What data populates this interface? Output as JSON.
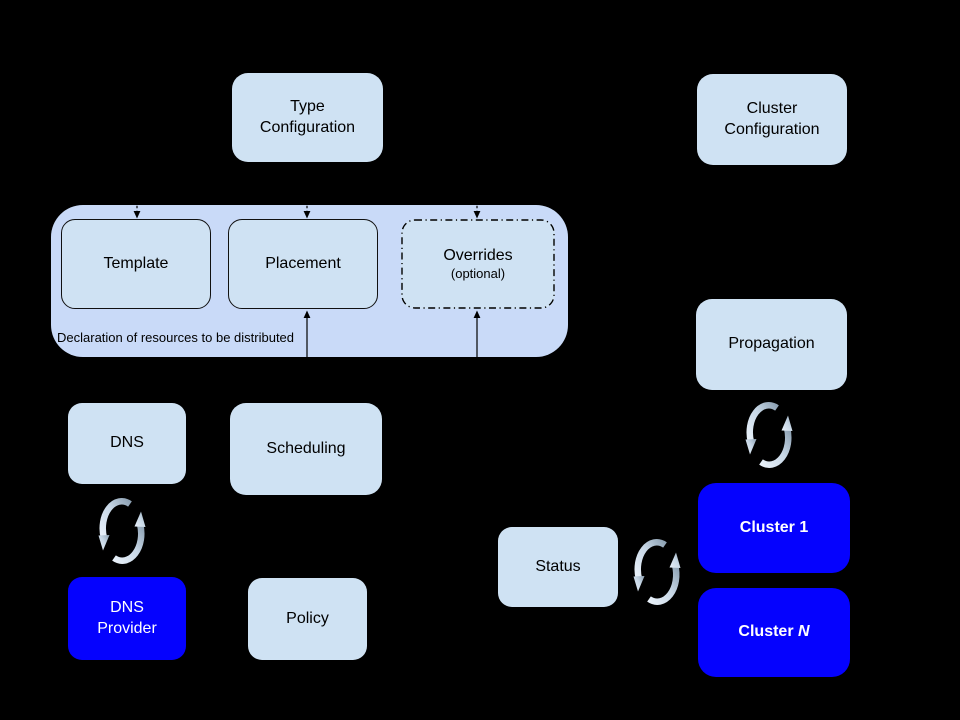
{
  "colors": {
    "background": "#000000",
    "light_box_fill": "#cfe2f3",
    "container_fill": "#c9daf8",
    "blue_box_fill": "#0502fe",
    "dark_text": "#000000",
    "light_text": "#ffffff",
    "sync_icon_light": "#e9f1fa",
    "sync_icon_dark": "#8ea2b4"
  },
  "nodes": {
    "type_configuration": {
      "label": "Type\nConfiguration"
    },
    "cluster_configuration": {
      "label": "Cluster\nConfiguration"
    },
    "template": {
      "label": "Template"
    },
    "placement": {
      "label": "Placement"
    },
    "overrides": {
      "label": "Overrides",
      "sublabel": "(optional)"
    },
    "declaration_note": {
      "label": "Declaration of resources to be distributed"
    },
    "dns": {
      "label": "DNS"
    },
    "scheduling": {
      "label": "Scheduling"
    },
    "dns_provider": {
      "label": "DNS\nProvider"
    },
    "policy": {
      "label": "Policy"
    },
    "propagation": {
      "label": "Propagation"
    },
    "cluster_1": {
      "label": "Cluster 1"
    },
    "cluster_n": {
      "label_prefix": "Cluster ",
      "label_italic": "N"
    },
    "status": {
      "label": "Status"
    }
  },
  "icons": {
    "dns_to_dns_provider": "sync-arrows-icon",
    "propagation_to_cluster1": "sync-arrows-icon",
    "status_to_cluster1": "sync-arrows-icon"
  }
}
